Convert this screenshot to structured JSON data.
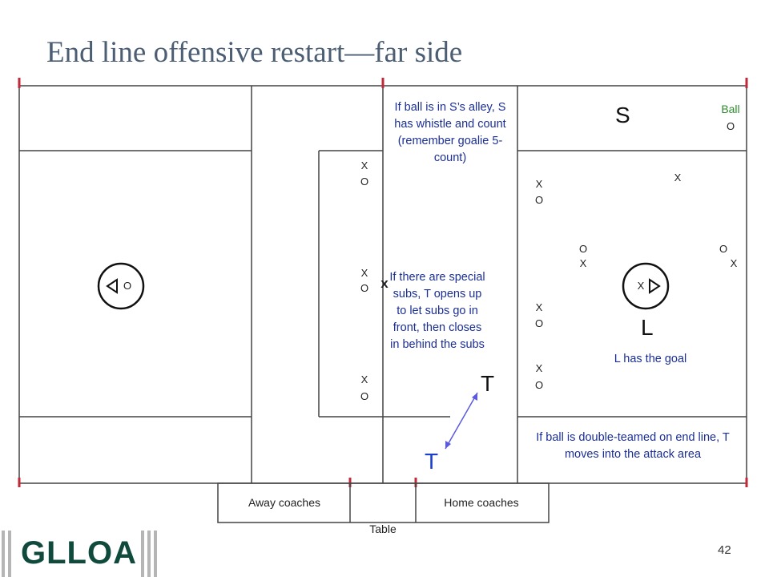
{
  "title": "End line offensive restart—far side",
  "labels": {
    "ball": "Ball",
    "ball_o": "O",
    "s": "S",
    "l": "L",
    "t_near": "T",
    "t_far": "T",
    "x_big": "x",
    "goal_left_o": "O",
    "goal_right_x": "X"
  },
  "notes": {
    "s_alley": "If ball is in S’s alley, S has whistle and count (remember goalie 5- count)",
    "special_subs": "If there are special subs, T opens up to let subs go in front, then closes in behind the subs",
    "l_goal": "L has the goal",
    "double_team": "If ball is double-teamed on end line, T moves into the attack area"
  },
  "table_area": {
    "away": "Away coaches",
    "home": "Home coaches",
    "table": "Table"
  },
  "markers": {
    "left_column": [
      [
        "X",
        "O"
      ],
      [
        "X",
        "O"
      ],
      [
        "X",
        "O"
      ]
    ],
    "right_column": [
      [
        "X",
        "O"
      ],
      [
        "X",
        "O"
      ],
      [
        "X",
        "O"
      ]
    ],
    "attack_x1": "X",
    "attack_ox_left": [
      "O",
      "X"
    ],
    "attack_ox_right": [
      "O",
      "X"
    ]
  },
  "logo": "GLLOA",
  "page_number": "42",
  "colors": {
    "title": "#4b5e73",
    "note": "#1a2e96",
    "ball": "#2e8b2e",
    "t_far": "#1a3fcf",
    "tick": "#c0293a",
    "arrow": "#5a5ae0",
    "logo": "#0f4a3c"
  }
}
